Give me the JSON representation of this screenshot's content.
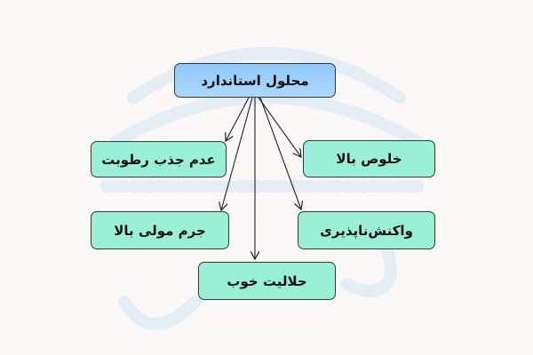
{
  "root": {
    "label": "محلول استاندارد"
  },
  "children": [
    {
      "label": "عدم جذب رطوبت"
    },
    {
      "label": "جرم مولی بالا"
    },
    {
      "label": "حلالیت خوب"
    },
    {
      "label": "خلوص بالا"
    },
    {
      "label": "واکنش‌ناپذیری"
    }
  ],
  "colors": {
    "root": "#a8d4fc",
    "child": "#9af0d6",
    "watermark": "#e3ebf4"
  }
}
